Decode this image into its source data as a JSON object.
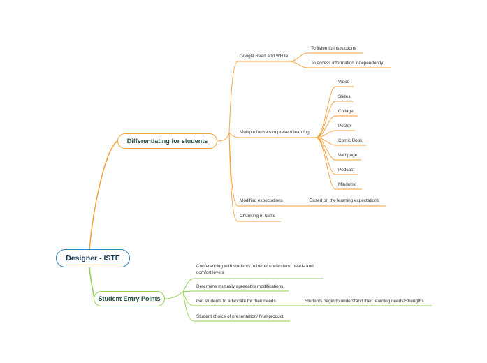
{
  "colors": {
    "orange": "#f5a03a",
    "green": "#8fd14f",
    "root_border": "#2f80b8"
  },
  "root": {
    "label": "Designer - ISTE"
  },
  "branch1": {
    "label": "Differentiating for students",
    "google": {
      "label": "Google Read and WRite",
      "children": [
        "To listen to instructions",
        "To access information independently"
      ]
    },
    "formats": {
      "label": "Multiple formats to present learning",
      "children": [
        "Video",
        "Slides",
        "Collage",
        "Poster",
        "Comic Book",
        "Webpage",
        "Podcast",
        "Mindomo"
      ]
    },
    "modified": {
      "label": "Modified expectations",
      "children": [
        "Based on the learning expectations"
      ]
    },
    "chunking": {
      "label": "Chunking of tasks"
    }
  },
  "branch2": {
    "label": "Student Entry Points",
    "conferencing": {
      "label": "Conferencing with students to better understand needs and comfort levels"
    },
    "determine": {
      "label": "Determine mutually agreeable modifications"
    },
    "advocate": {
      "label": "Get students to advocate for their needs",
      "children": [
        "Students begin to understand their learning needs/Strengths"
      ]
    },
    "choice": {
      "label": "Student choice of presentation/ final product"
    }
  }
}
